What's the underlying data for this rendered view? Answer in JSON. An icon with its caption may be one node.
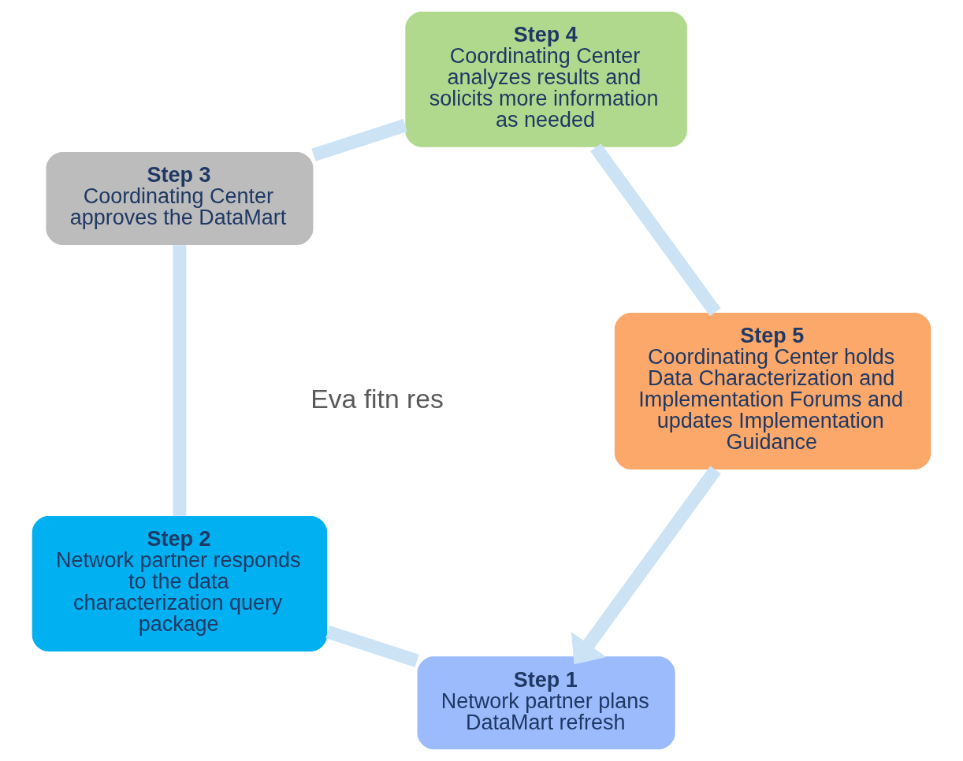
{
  "diagram": {
    "nodes": [
      {
        "text": [
          "Step 1",
          "Network partner plans DataMart refresh"
        ]
      },
      {
        "text": [
          "Step 2",
          "Network partner responds to the data characterization query package"
        ]
      },
      {
        "text": [
          "Step 3",
          "Coordinating Center approves the DataMart"
        ]
      },
      {
        "text": [
          "Step 4",
          "Coordinating Center analyzes results and solicits more information as needed"
        ]
      },
      {
        "text": [
          "Step 5",
          "Coordinating Center holds Data Characterization and Implementation Forums and updates Implementation Guidance"
        ]
      }
    ],
    "edges": [
      {
        "from": 0,
        "to": 1,
        "arrow": "none"
      },
      {
        "from": 1,
        "to": 2,
        "arrow": "none"
      },
      {
        "from": 2,
        "to": 3,
        "arrow": "none"
      },
      {
        "from": 3,
        "to": 4,
        "arrow": "none"
      },
      {
        "from": 4,
        "to": 0,
        "arrow": "to"
      }
    ],
    "labels": [
      "Eva fitn res"
    ]
  }
}
